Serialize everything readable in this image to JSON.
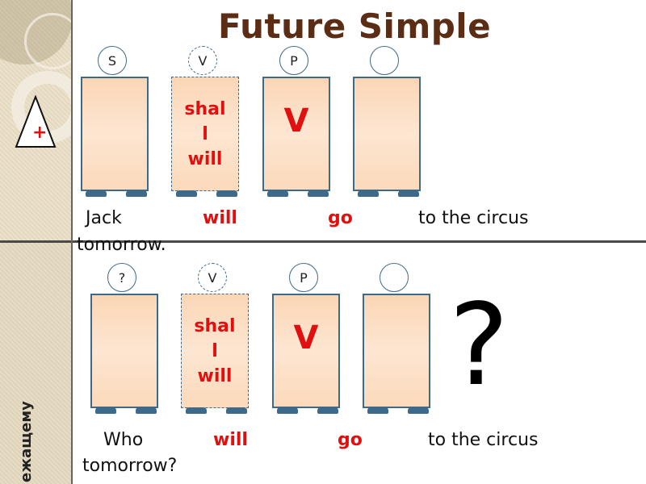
{
  "title": "Future Simple",
  "side_text": "ежащему",
  "top_row": {
    "figures": [
      {
        "head": "S",
        "content": []
      },
      {
        "head": "V",
        "content": [
          "shal",
          "l",
          "will"
        ]
      },
      {
        "head": "P",
        "content": [
          "V"
        ]
      },
      {
        "head": "",
        "content": []
      }
    ],
    "sentence": {
      "subject": "Jack",
      "aux": "will",
      "verb": "go",
      "rest1": "to the circus",
      "rest2": "tomorrow."
    }
  },
  "bottom_row": {
    "figures": [
      {
        "head": "?",
        "content": []
      },
      {
        "head": "V",
        "content": [
          "shal",
          "l",
          "will"
        ]
      },
      {
        "head": "P",
        "content": [
          "V"
        ]
      },
      {
        "head": "",
        "content": []
      }
    ],
    "sentence": {
      "subject": "Who",
      "aux": "will",
      "verb": "go",
      "rest1": "to the circus",
      "rest2": "tomorrow?"
    },
    "question_mark": "?"
  },
  "colors": {
    "accent_red": "#e01010",
    "title_brown": "#5a2d14",
    "figure_blue": "#3d6a8a",
    "figure_fill": "#fbd6b5"
  }
}
